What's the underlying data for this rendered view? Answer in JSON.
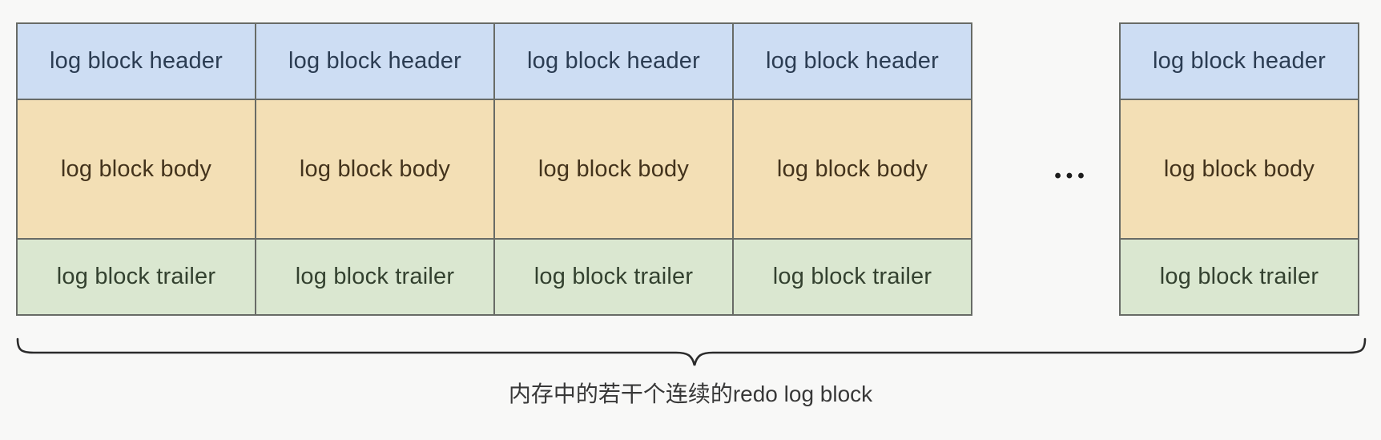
{
  "diagram": {
    "blocks": [
      {
        "header": "log block header",
        "body": "log block body",
        "trailer": "log block trailer"
      },
      {
        "header": "log block header",
        "body": "log block body",
        "trailer": "log block trailer"
      },
      {
        "header": "log block header",
        "body": "log block body",
        "trailer": "log block trailer"
      },
      {
        "header": "log block header",
        "body": "log block body",
        "trailer": "log block trailer"
      },
      {
        "header": "log block header",
        "body": "log block body",
        "trailer": "log block trailer"
      }
    ],
    "ellipsis": "•••",
    "caption": "内存中的若干个连续的redo log block",
    "colors": {
      "header_fill": "#cdddf3",
      "body_fill": "#f3dfb5",
      "trailer_fill": "#dae7d0",
      "header_text": "#2b3c52",
      "body_text": "#43331c",
      "trailer_text": "#33412f",
      "border": "#686b66",
      "brace": "#2b2b2b",
      "caption_text": "#383838",
      "background": "#f8f8f7"
    }
  }
}
